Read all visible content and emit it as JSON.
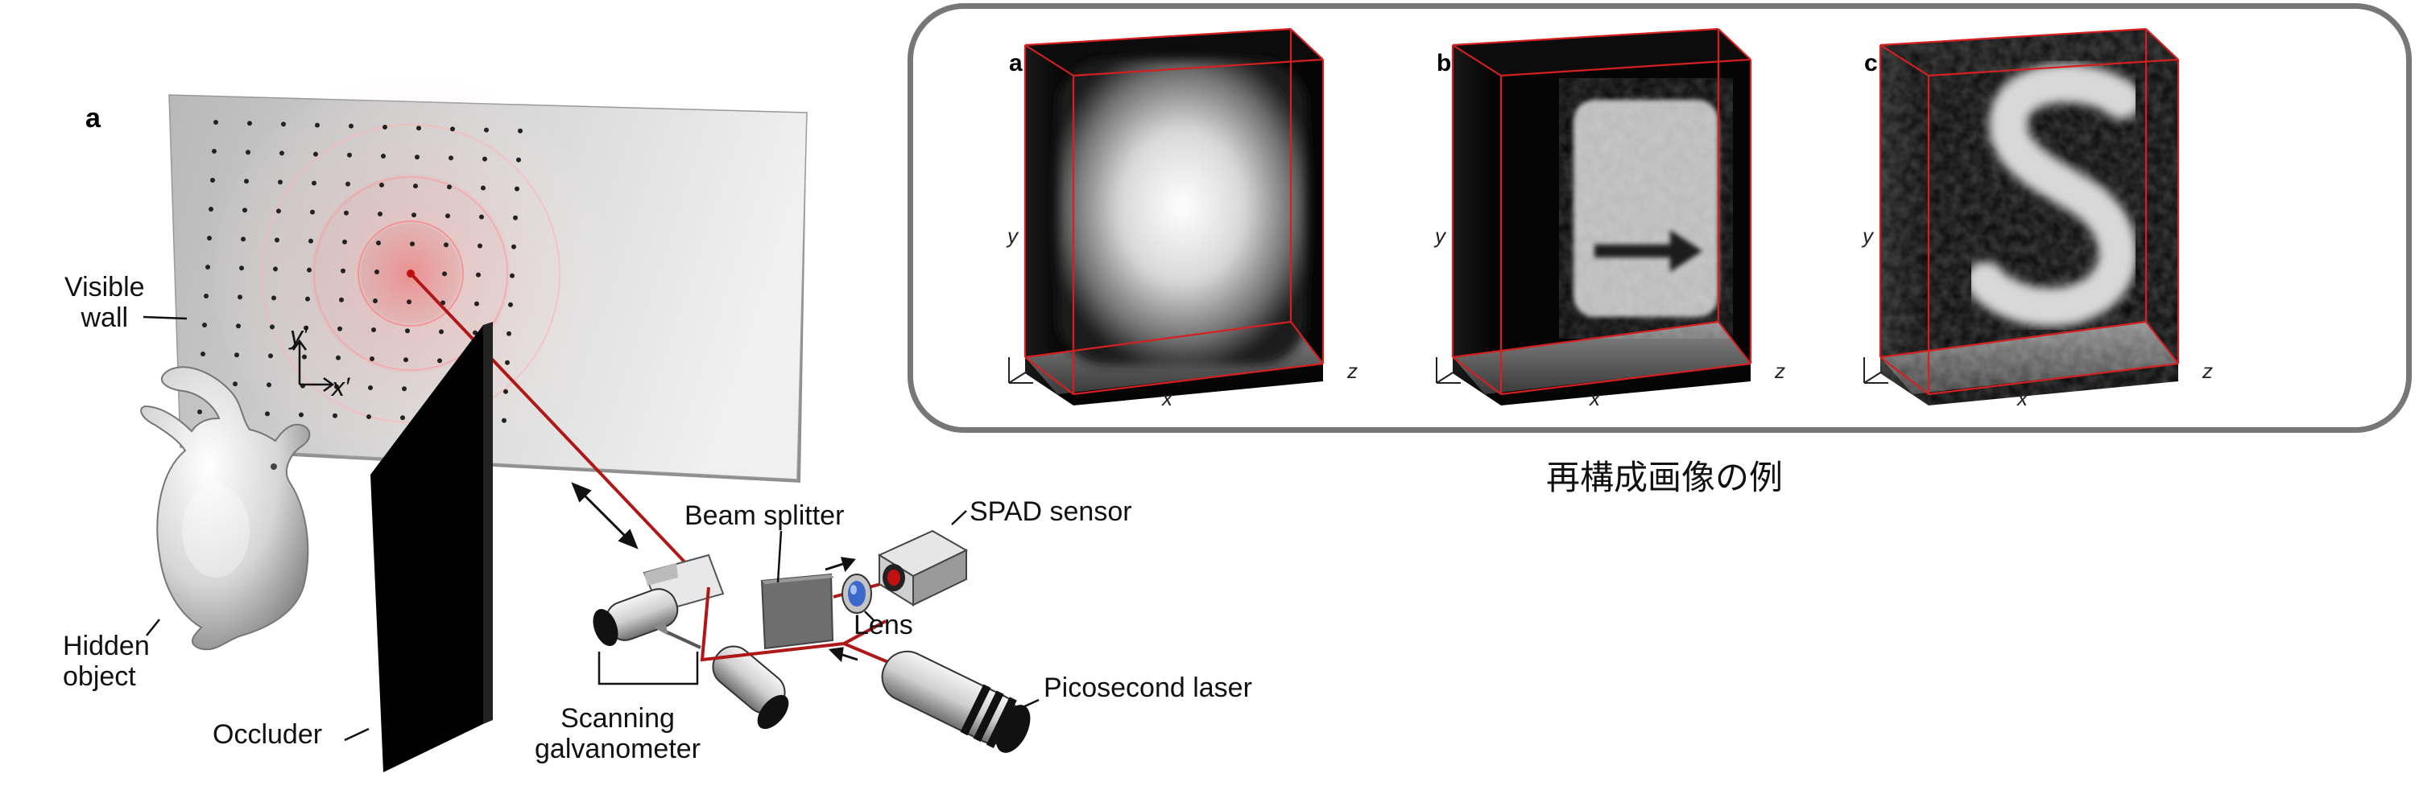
{
  "left_figure": {
    "panel_letter": "a",
    "labels": {
      "visible_wall": [
        "Visible",
        "wall"
      ],
      "hidden_object": [
        "Hidden",
        "object"
      ],
      "occluder": "Occluder",
      "beam_splitter": "Beam splitter",
      "spad_sensor": "SPAD sensor",
      "lens": "Lens",
      "picosecond_laser": "Picosecond laser",
      "scanning_galvanometer": [
        "Scanning",
        "galvanometer"
      ],
      "wall_axis_y": "y′",
      "wall_axis_x": "x′"
    }
  },
  "examples": {
    "caption": "再構成画像の例",
    "panels": [
      {
        "letter": "a",
        "axis_x": "x",
        "axis_y": "y",
        "axis_z": "z",
        "content": "blob"
      },
      {
        "letter": "b",
        "axis_x": "x",
        "axis_y": "y",
        "axis_z": "z",
        "content": "arrow-sign"
      },
      {
        "letter": "c",
        "axis_x": "x",
        "axis_y": "y",
        "axis_z": "z",
        "content": "letter-s"
      }
    ]
  },
  "colors": {
    "laser_red": "#b01818",
    "box_edge_red": "#d42020",
    "frame_gray": "#777777",
    "wall_gray": "#cfcfcf"
  }
}
